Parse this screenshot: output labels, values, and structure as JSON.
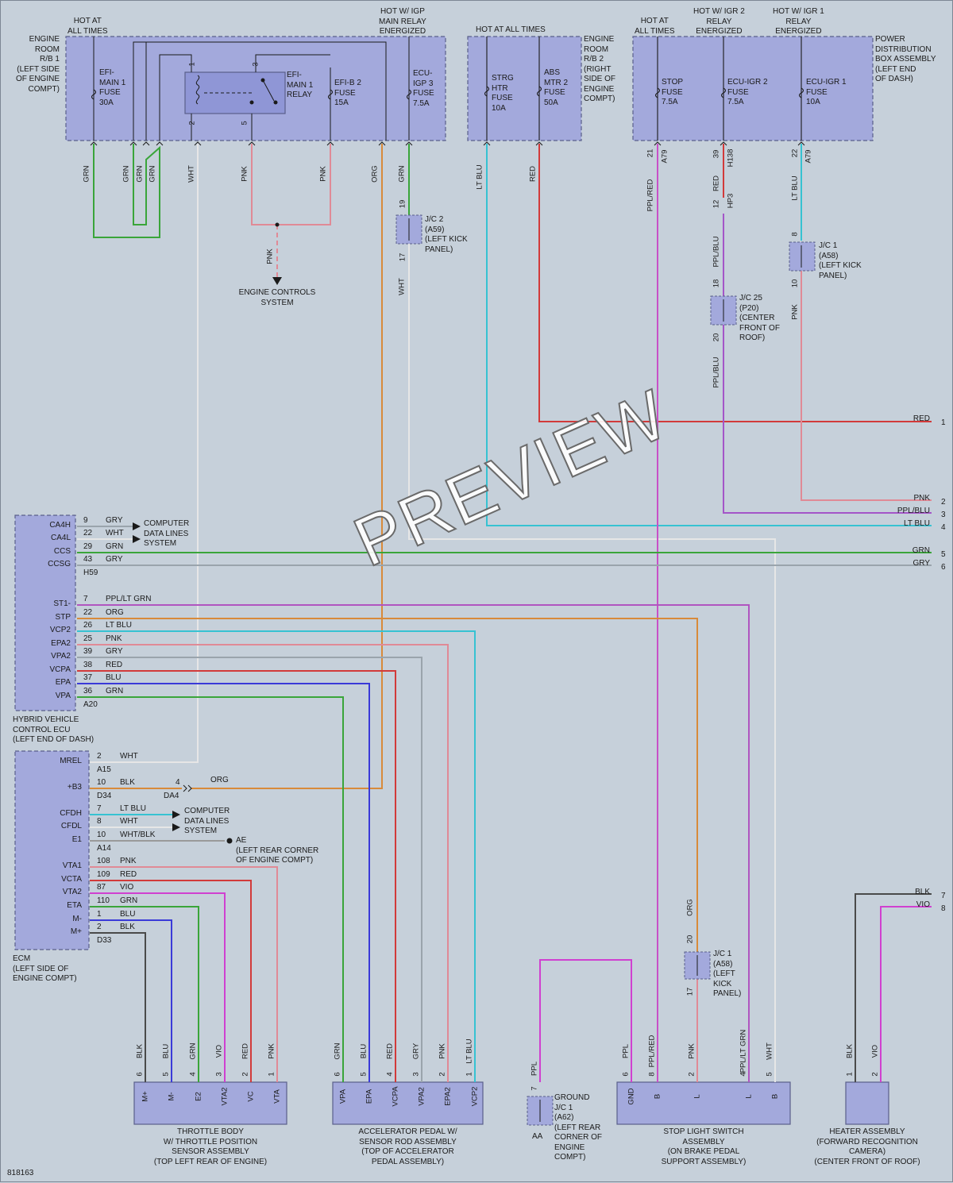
{
  "diagram": {
    "figure_id": "818163",
    "watermark": "PREVIEW",
    "headers": {
      "efi_main_hot": "HOT AT\nALL TIMES",
      "igp_hot": "HOT W/ IGP\nMAIN RELAY\nENERGIZED",
      "rb2_hot": "HOT AT ALL TIMES",
      "stop_hot": "HOT AT\nALL TIMES",
      "igr2_hot": "HOT W/ IGR 2\nRELAY\nENERGIZED",
      "igr1_hot": "HOT W/ IGR 1\nRELAY\nENERGIZED"
    },
    "boxes": {
      "rb1": "ENGINE\nROOM\nR/B 1\n(LEFT SIDE\nOF ENGINE\nCOMPT)",
      "rb2": "ENGINE\nROOM\nR/B 2\n(RIGHT\nSIDE OF\nENGINE\nCOMPT)",
      "pdb": "POWER\nDISTRIBUTION\nBOX ASSEMBLY\n(LEFT END\nOF DASH)",
      "hv_ecu": "HYBRID VEHICLE\nCONTROL ECU\n(LEFT END OF DASH)",
      "ecm": "ECM\n(LEFT SIDE OF\nENGINE COMPT)",
      "throttle": "THROTTLE BODY\nW/ THROTTLE POSITION\nSENSOR ASSEMBLY\n(TOP LEFT REAR OF ENGINE)",
      "accel": "ACCELERATOR PEDAL W/\nSENSOR ROD ASSEMBLY\n(TOP OF ACCELERATOR\nPEDAL ASSEMBLY)",
      "stop_switch": "STOP LIGHT SWITCH\nASSEMBLY\n(ON BRAKE PEDAL\nSUPPORT ASSEMBLY)",
      "heater": "HEATER ASSEMBLY\n(FORWARD RECOGNITION\nCAMERA)\n(CENTER FRONT OF ROOF)"
    },
    "fuses": {
      "efi_main1": "EFI-\nMAIN 1\nFUSE\n30A",
      "efi_relay": "EFI-\nMAIN 1\nRELAY",
      "efi_b2": "EFI-B 2\nFUSE\n15A",
      "ecu_igp3": "ECU-\nIGP 3\nFUSE\n7.5A",
      "strg": "STRG\nHTR\nFUSE\n10A",
      "abs": "ABS\nMTR 2\nFUSE\n50A",
      "stop": "STOP\nFUSE\n7.5A",
      "ecu_igr2": "ECU-IGR 2\nFUSE\n7.5A",
      "ecu_igr1": "ECU-IGR 1\nFUSE\n10A"
    },
    "junctions": {
      "jc2": "J/C 2\n(A59)\n(LEFT KICK\nPANEL)",
      "jc1_a58": "J/C 1\n(A58)\n(LEFT KICK\nPANEL)",
      "jc25": "J/C 25\n(P20)\n(CENTER\nFRONT OF\nROOF)",
      "jc1_stop": "J/C 1\n(A58)\n(LEFT\nKICK\nPANEL)",
      "ground": "GROUND\nJ/C 1\n(A62)\n(LEFT REAR\nCORNER OF\nENGINE\nCOMPT)",
      "ae": "AE\n(LEFT REAR CORNER\nOF ENGINE COMPT)",
      "engine_controls": "ENGINE CONTROLS\nSYSTEM",
      "comp_data_1": "COMPUTER\nDATA LINES\nSYSTEM",
      "comp_data_2": "COMPUTER\nDATA LINES\nSYSTEM"
    },
    "right_edge_wires": [
      {
        "num": "1",
        "color": "RED",
        "hex": "#d23a3a"
      },
      {
        "num": "2",
        "color": "PNK",
        "hex": "#e08a96"
      },
      {
        "num": "3",
        "color": "PPL/BLU",
        "hex": "#a455c8"
      },
      {
        "num": "4",
        "color": "LT BLU",
        "hex": "#36c2d2"
      },
      {
        "num": "5",
        "color": "GRN",
        "hex": "#3aa53a"
      },
      {
        "num": "6",
        "color": "GRY",
        "hex": "#9aa4ac"
      },
      {
        "num": "7",
        "color": "BLK",
        "hex": "#4a4a4a"
      },
      {
        "num": "8",
        "color": "VIO",
        "hex": "#d040d0"
      }
    ],
    "hv_pins": [
      {
        "name": "CA4H",
        "num": "9",
        "color": "GRY"
      },
      {
        "name": "CA4L",
        "num": "22",
        "color": "WHT"
      },
      {
        "name": "CCS",
        "num": "29",
        "color": "GRN"
      },
      {
        "name": "CCSG",
        "num": "43",
        "color": "GRY"
      },
      {
        "name": "ST1-",
        "num": "7",
        "color": "PPL/LT GRN"
      },
      {
        "name": "STP",
        "num": "22",
        "color": "ORG"
      },
      {
        "name": "VCP2",
        "num": "26",
        "color": "LT BLU"
      },
      {
        "name": "EPA2",
        "num": "25",
        "color": "PNK"
      },
      {
        "name": "VPA2",
        "num": "39",
        "color": "GRY"
      },
      {
        "name": "VCPA",
        "num": "38",
        "color": "RED"
      },
      {
        "name": "EPA",
        "num": "37",
        "color": "BLU"
      },
      {
        "name": "VPA",
        "num": "36",
        "color": "GRN"
      }
    ],
    "hv_connectors": [
      "H59",
      "A20"
    ],
    "ecm_pins": [
      {
        "name": "MREL",
        "num": "2",
        "color": "WHT"
      },
      {
        "name": "+B3",
        "num": "10",
        "color": "BLK"
      },
      {
        "name": "CFDH",
        "num": "7",
        "color": "LT BLU"
      },
      {
        "name": "CFDL",
        "num": "8",
        "color": "WHT"
      },
      {
        "name": "E1",
        "num": "10",
        "color": "WHT/BLK"
      },
      {
        "name": "VTA1",
        "num": "108",
        "color": "PNK"
      },
      {
        "name": "VCTA",
        "num": "109",
        "color": "RED"
      },
      {
        "name": "VTA2",
        "num": "87",
        "color": "VIO"
      },
      {
        "name": "ETA",
        "num": "110",
        "color": "GRN"
      },
      {
        "name": "M-",
        "num": "1",
        "color": "BLU"
      },
      {
        "name": "M+",
        "num": "2",
        "color": "BLK"
      }
    ],
    "ecm_connectors": [
      "A15",
      "D34",
      "A14",
      "D33"
    ],
    "b3_link": {
      "pin": "4",
      "color": "ORG",
      "conn": "DA4"
    },
    "throttle_pins": [
      {
        "name": "M+",
        "num": "6",
        "color": "BLK"
      },
      {
        "name": "M-",
        "num": "5",
        "color": "BLU"
      },
      {
        "name": "E2",
        "num": "4",
        "color": "GRN"
      },
      {
        "name": "VTA2",
        "num": "3",
        "color": "VIO"
      },
      {
        "name": "VC",
        "num": "2",
        "color": "RED"
      },
      {
        "name": "VTA",
        "num": "1",
        "color": "PNK"
      }
    ],
    "accel_pins": [
      {
        "name": "VPA",
        "num": "6",
        "color": "GRN"
      },
      {
        "name": "EPA",
        "num": "5",
        "color": "BLU"
      },
      {
        "name": "VCPA",
        "num": "4",
        "color": "RED"
      },
      {
        "name": "VPA2",
        "num": "3",
        "color": "GRY"
      },
      {
        "name": "EPA2",
        "num": "2",
        "color": "PNK"
      },
      {
        "name": "VCP2",
        "num": "1",
        "color": "LT BLU"
      }
    ],
    "stop_pins": [
      {
        "name": "GND",
        "num": "6",
        "color": "PPL"
      },
      {
        "name": "B",
        "num": "8",
        "color": "PPL/RED"
      },
      {
        "name": "L",
        "num": "2",
        "color": "PNK"
      },
      {
        "name": "L",
        "num": "4",
        "color": "PPL/LT GRN"
      },
      {
        "name": "B",
        "num": "5",
        "color": "WHT"
      }
    ],
    "heater_pins": [
      {
        "num": "1",
        "color": "BLK"
      },
      {
        "num": "2",
        "color": "VIO"
      }
    ],
    "ground_pin": {
      "num": "7",
      "color": "PPL",
      "id": "AA"
    },
    "top_wires": {
      "grn1": "GRN",
      "grn2": "GRN",
      "grn3": "GRN",
      "grn4": "GRN",
      "wht": "WHT",
      "pnk1": "PNK",
      "pnk2": "PNK",
      "org": "ORG",
      "grn5": "GRN",
      "wht2": "WHT",
      "pnk_down": "PNK",
      "ltblu": "LT BLU",
      "red": "RED",
      "pplred": "PPL/RED",
      "red2": "RED",
      "pplblu1": "PPL/BLU",
      "pplblu2": "PPL/BLU",
      "ltblu2": "LT BLU",
      "pnk3": "PNK",
      "org2": "ORG",
      "a79a": "A79",
      "h138": "H138",
      "hp3": "HP3",
      "a79b": "A79"
    },
    "pin_nums": {
      "relay1": "1",
      "relay2": "2",
      "relay3": "3",
      "relay5": "5",
      "jc2_19": "19",
      "jc2_17": "17",
      "s21": "21",
      "s39": "39",
      "s22": "22",
      "s12": "12",
      "jc1_8": "8",
      "jc1_10": "10",
      "jc25_18": "18",
      "jc25_20": "20",
      "st20": "20",
      "st17": "17"
    },
    "colors": {
      "box_fill": "#a3a9dc",
      "box_stroke": "#5a5f8a",
      "background": "#c6d0da"
    }
  }
}
